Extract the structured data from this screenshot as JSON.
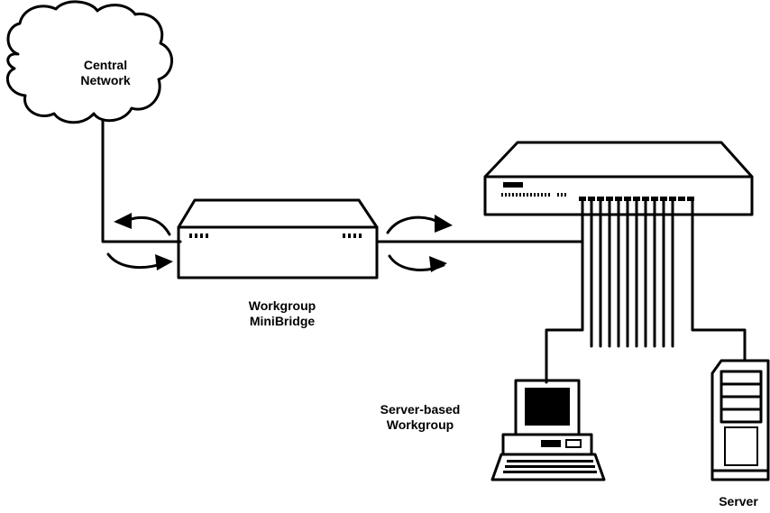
{
  "labels": {
    "central_network": [
      "Central",
      "Network"
    ],
    "minibridge": [
      "Workgroup",
      "MiniBridge"
    ],
    "workgroup": [
      "Server-based",
      "Workgroup"
    ],
    "server": "Server"
  },
  "colors": {
    "line": "#000000",
    "background": "#ffffff"
  },
  "icons": [
    "cloud-icon",
    "minibridge-device-icon",
    "hub-device-icon",
    "workstation-icon",
    "server-tower-icon",
    "curved-arrow-icon"
  ]
}
